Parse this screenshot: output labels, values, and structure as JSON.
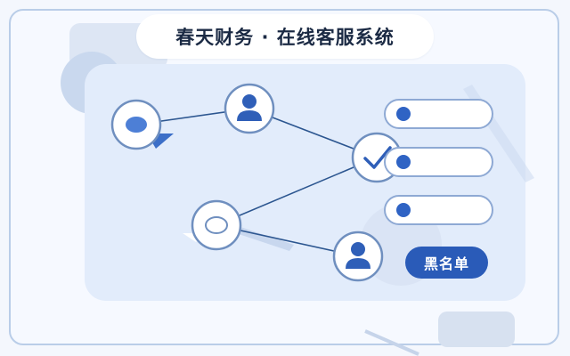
{
  "title": "春天财务 · 在线客服系统",
  "blacklist_button": {
    "label": "黑名单"
  },
  "nodes": [
    {
      "name": "chat-bubble-icon"
    },
    {
      "name": "user-avatar-icon"
    },
    {
      "name": "check-icon"
    },
    {
      "name": "chat-bubble-outline-icon"
    },
    {
      "name": "user-avatar-icon"
    }
  ],
  "list_rows": 3,
  "colors": {
    "accent": "#2a5bb8",
    "node_border": "#6f8fbf",
    "line": "#2c5690",
    "panel": "#e2ecfb"
  }
}
